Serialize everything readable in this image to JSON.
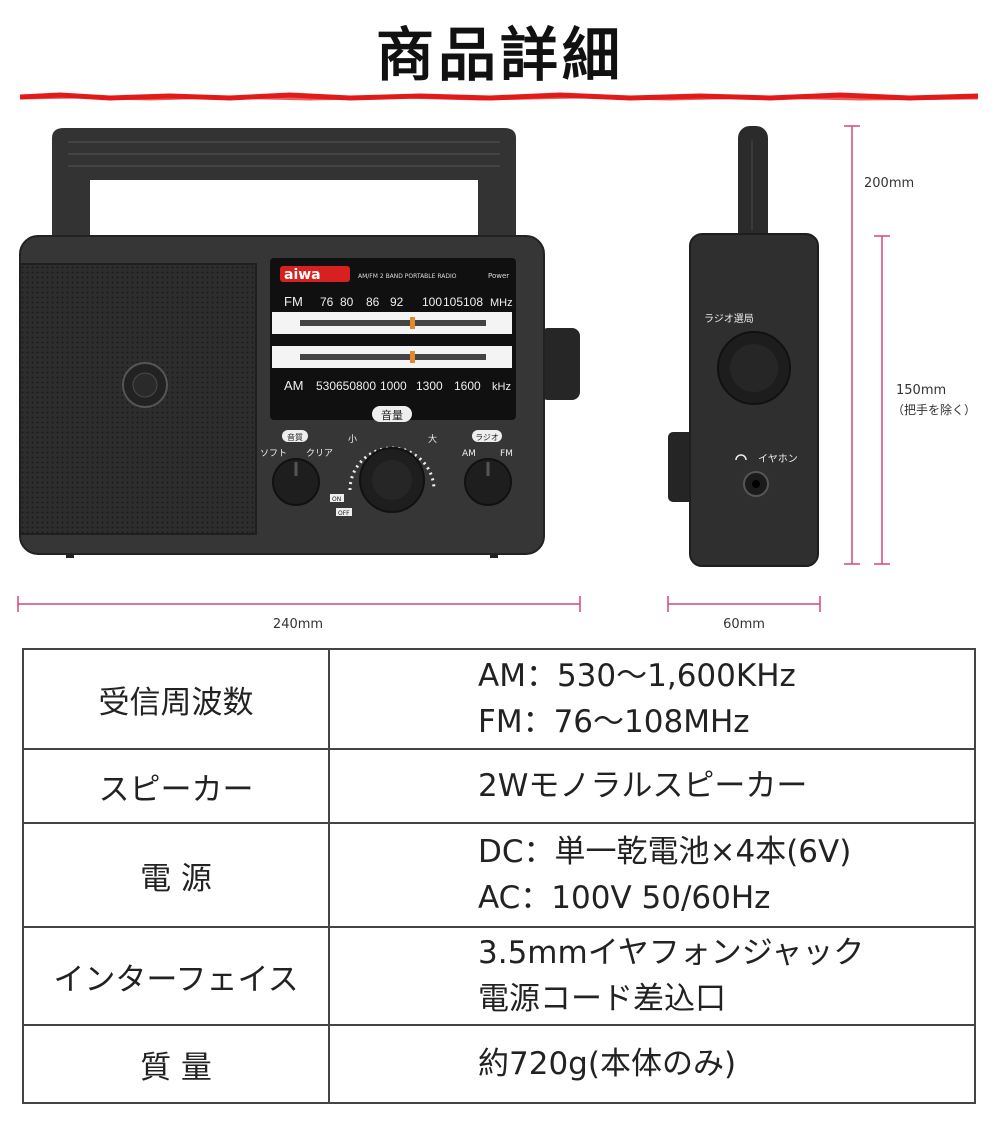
{
  "header": {
    "title": "商品詳細",
    "accent_color": "#e21a1a"
  },
  "radio_face": {
    "brand": "aiwa",
    "model_text": "AM/FM 2 BAND PORTABLE RADIO",
    "power_text": "Power",
    "fm_label": "FM",
    "fm_ticks": [
      "76",
      "80",
      "86",
      "92",
      "100",
      "105",
      "108"
    ],
    "fm_unit": "MHz",
    "am_label": "AM",
    "am_ticks": [
      "530",
      "650",
      "800",
      "1000",
      "1300",
      "1600"
    ],
    "am_unit": "kHz",
    "tone_title": "音質",
    "tone_left": "ソフト",
    "tone_right": "クリア",
    "volume_title": "音量",
    "volume_small": "小",
    "volume_large": "大",
    "on_label": "ON",
    "off_label": "OFF",
    "band_title": "ラジオ",
    "band_am": "AM",
    "band_fm": "FM"
  },
  "radio_side": {
    "tuning_label": "ラジオ選局",
    "earphone_label": "イヤホン"
  },
  "dimensions": {
    "width": "240mm",
    "depth": "60mm",
    "height_total": "200mm",
    "height_body": "150mm",
    "height_note": "（把手を除く）"
  },
  "spec_rows": [
    {
      "label": "受信周波数",
      "lines": [
        "AM：530〜1,600KHz",
        "FM：76〜108MHz"
      ]
    },
    {
      "label": "スピーカー",
      "lines": [
        "2Wモノラルスピーカー"
      ]
    },
    {
      "label": "電 源",
      "lines": [
        "DC：単一乾電池×4本(6V)",
        "AC：100V 50/60Hz"
      ]
    },
    {
      "label": "インターフェイス",
      "lines": [
        "3.5mmイヤフォンジャック",
        "電源コード差込口"
      ]
    },
    {
      "label": "質 量",
      "lines": [
        "約720g(本体のみ)"
      ]
    }
  ]
}
